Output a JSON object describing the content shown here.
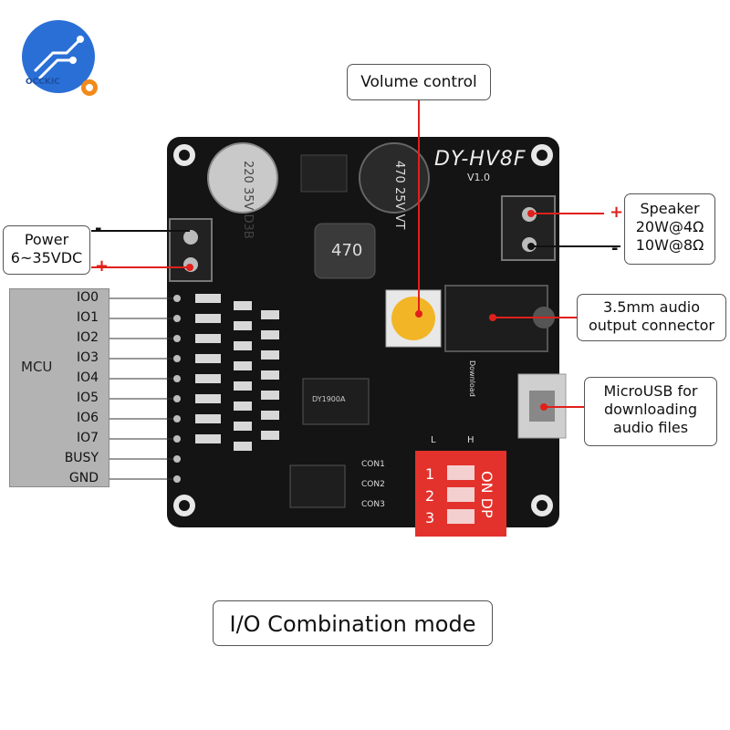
{
  "brand": {
    "logo_text": "OCCKIC"
  },
  "board": {
    "title": "DY-HV8F",
    "version": "V1.0",
    "cap1": [
      "220",
      "35V",
      "D3B"
    ],
    "cap2": [
      "470",
      "25V",
      "VT"
    ],
    "inductor": "470",
    "chip_text": "DY1900A",
    "dip_labels": [
      "ON",
      "DP"
    ],
    "dip_numbers": [
      "1",
      "2",
      "3"
    ],
    "con_labels": [
      "CON1",
      "CON2",
      "CON3"
    ],
    "download_label": "Download",
    "hl_labels": [
      "L",
      "H"
    ]
  },
  "callouts": {
    "volume": "Volume control",
    "power_line1": "Power",
    "power_line2": "6~35VDC",
    "speaker_line1": "Speaker",
    "speaker_line2": "20W@4Ω",
    "speaker_line3": "10W@8Ω",
    "audio_line1": "3.5mm audio",
    "audio_line2": "output connector",
    "usb_line1": "MicroUSB for",
    "usb_line2": "downloading",
    "usb_line3": "audio files"
  },
  "signs": {
    "minus": "-",
    "plus": "+"
  },
  "mcu": {
    "label": "MCU",
    "pins": [
      "IO0",
      "IO1",
      "IO2",
      "IO3",
      "IO4",
      "IO5",
      "IO6",
      "IO7",
      "BUSY",
      "GND"
    ]
  },
  "caption": "I/O Combination mode",
  "colors": {
    "accent_red": "#e0201b",
    "pcb": "#141414",
    "dip_red": "#e3322c",
    "pot_yellow": "#f2b526"
  }
}
